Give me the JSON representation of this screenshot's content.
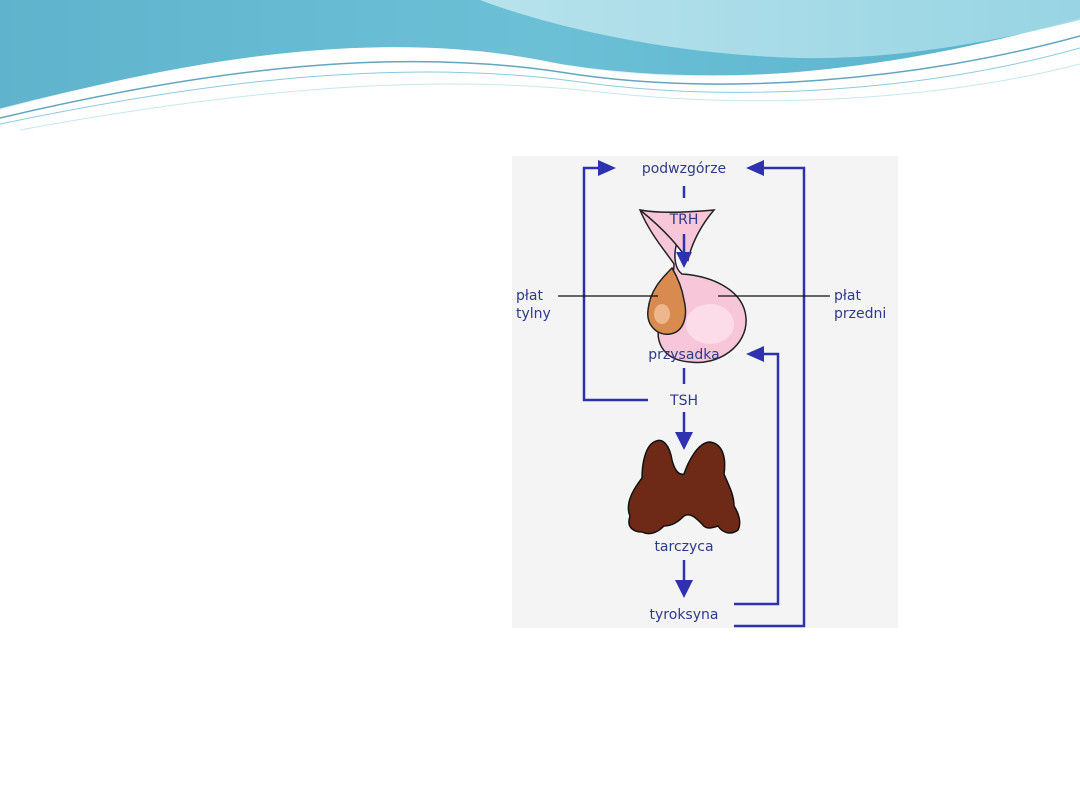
{
  "diagram": {
    "labels": {
      "hypothalamus": "podwzgórze",
      "trh": "TRH",
      "posterior_lobe_line1": "płat",
      "posterior_lobe_line2": "tylny",
      "anterior_lobe_line1": "płat",
      "anterior_lobe_line2": "przedni",
      "pituitary": "przysadka",
      "tsh": "TSH",
      "thyroid": "tarczyca",
      "thyroxine": "tyroksyna"
    },
    "colors": {
      "arrow": "#2f31b0",
      "label_text": "#2e3a8a",
      "anterior_lobe": "#f7c6d9",
      "posterior_lobe": "#d98a4e",
      "thyroid": "#6e2a16",
      "banner_teal": "#5bb8cf",
      "banner_light": "#a8dde8"
    }
  }
}
